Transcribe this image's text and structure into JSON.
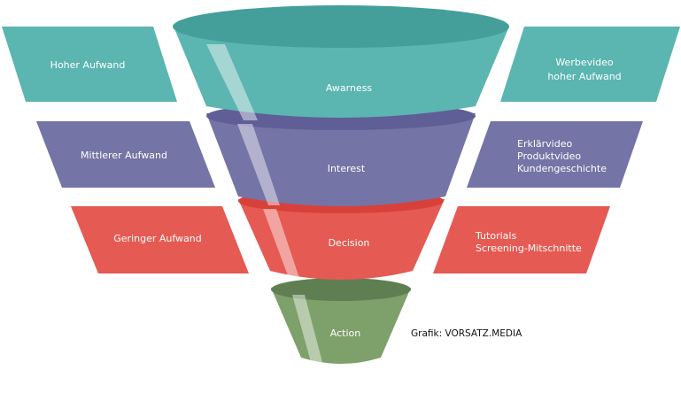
{
  "colors": {
    "teal": "#5bb5b1",
    "teal_dark": "#449f9b",
    "purple": "#7574a6",
    "purple_dark": "#5f5e96",
    "red": "#e55a52",
    "red_dark": "#d8413a",
    "green": "#7ea06a",
    "green_dark": "#5f7f52"
  },
  "funnel": {
    "stages": [
      {
        "name": "Awarness"
      },
      {
        "name": "Interest"
      },
      {
        "name": "Decision"
      },
      {
        "name": "Action"
      }
    ]
  },
  "effort": {
    "left": [
      "Hoher Aufwand",
      "Mittlerer Aufwand",
      "Geringer Aufwand"
    ],
    "right": [
      [
        "Werbevideo",
        "hoher Aufwand"
      ],
      [
        "Erklärvideo",
        "Produktvideo",
        "Kundengeschichte"
      ],
      [
        "Tutorials",
        "Screening-Mitschnitte"
      ]
    ]
  },
  "credit": "Grafik: VORSATZ.MEDIA"
}
